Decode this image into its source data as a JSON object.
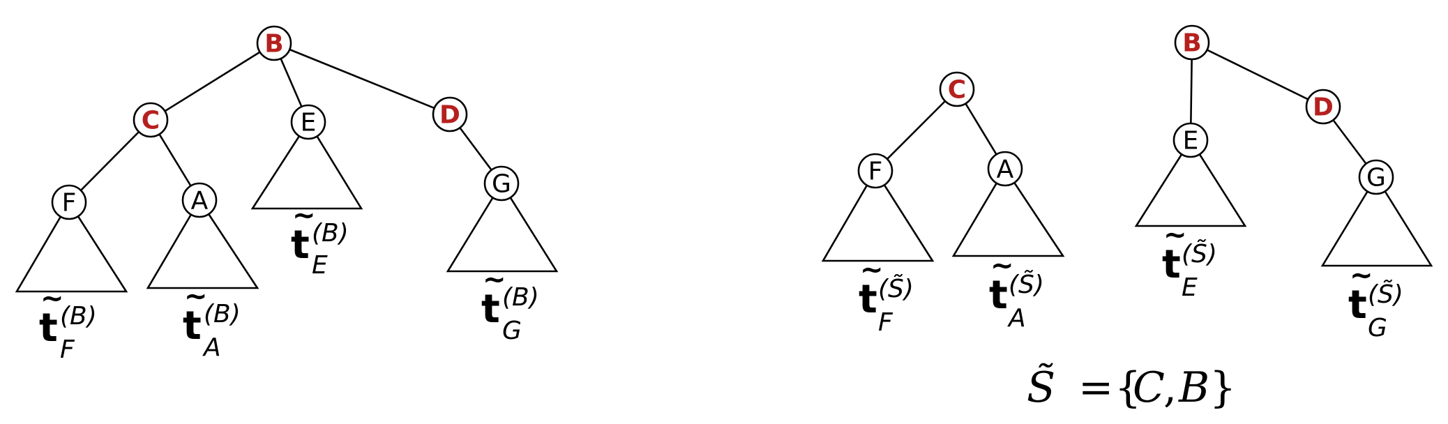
{
  "colors": {
    "highlight": "#b5201e",
    "line": "#000000",
    "background": "#ffffff"
  },
  "left_tree": {
    "nodes": {
      "B": "B",
      "C": "C",
      "D": "D",
      "E": "E",
      "F": "F",
      "A": "A",
      "G": "G"
    },
    "subtree_labels": {
      "F": {
        "main": "t",
        "tilde": "~",
        "sup": "(B)",
        "sub": "F"
      },
      "A": {
        "main": "t",
        "tilde": "~",
        "sup": "(B)",
        "sub": "A"
      },
      "E": {
        "main": "t",
        "tilde": "~",
        "sup": "(B)",
        "sub": "E"
      },
      "G": {
        "main": "t",
        "tilde": "~",
        "sup": "(B)",
        "sub": "G"
      }
    }
  },
  "right_forest": {
    "nodes": {
      "C": "C",
      "F": "F",
      "A": "A",
      "B": "B",
      "E": "E",
      "D": "D",
      "G": "G"
    },
    "subtree_labels": {
      "F": {
        "main": "t",
        "tilde": "~",
        "sup": "(S̃)",
        "sub": "F"
      },
      "A": {
        "main": "t",
        "tilde": "~",
        "sup": "(S̃)",
        "sub": "A"
      },
      "E": {
        "main": "t",
        "tilde": "~",
        "sup": "(S̃)",
        "sub": "E"
      },
      "G": {
        "main": "t",
        "tilde": "~",
        "sup": "(S̃)",
        "sub": "G"
      }
    },
    "set_definition": {
      "lhs": "S̃",
      "eq": "=",
      "open": "{",
      "first": "C",
      "comma": ",",
      "second": "B",
      "close": "}"
    }
  }
}
